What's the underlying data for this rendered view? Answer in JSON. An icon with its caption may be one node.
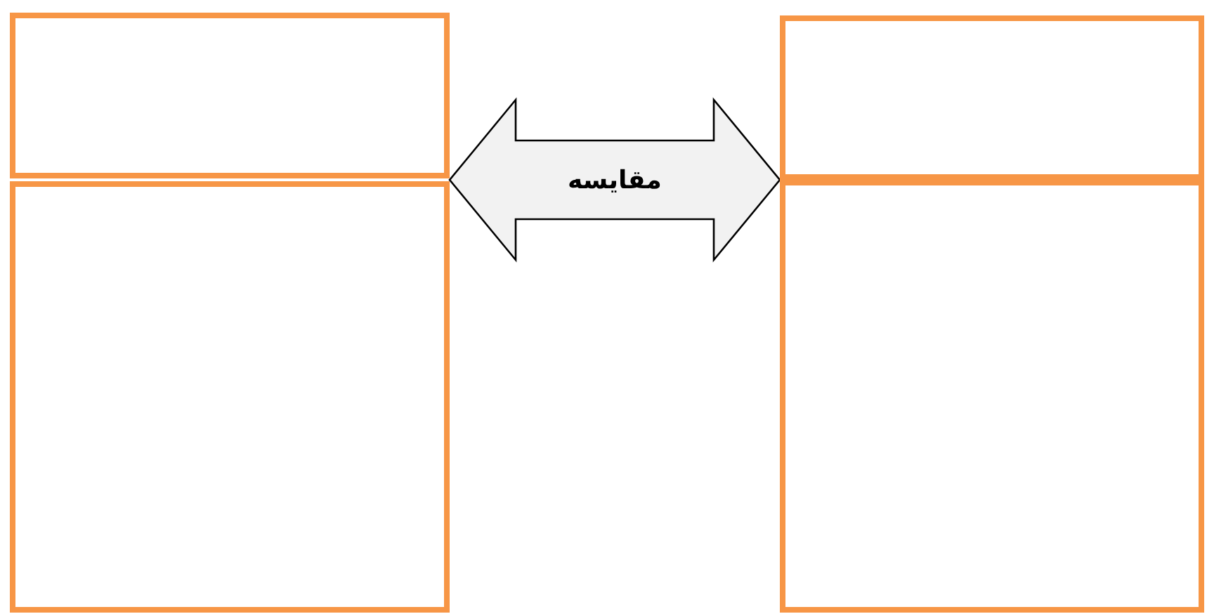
{
  "diagram": {
    "nodes": [
      {
        "text": [],
        "shape": "box"
      },
      {
        "text": [],
        "shape": "box"
      },
      {
        "text": [],
        "shape": "box"
      },
      {
        "text": [],
        "shape": "box"
      }
    ],
    "edges": [
      {
        "from": 0,
        "to": 2,
        "arrow": "both",
        "label": "مقایسه"
      }
    ]
  }
}
